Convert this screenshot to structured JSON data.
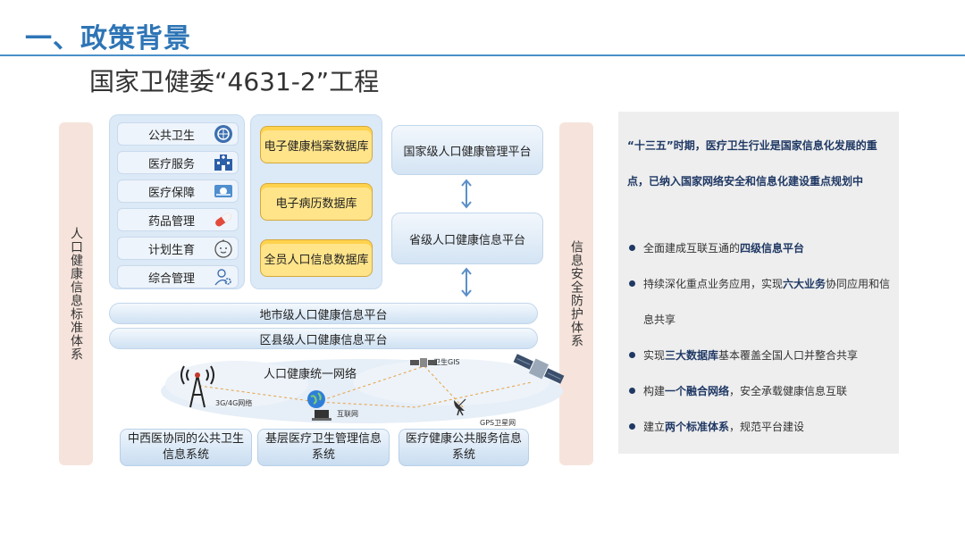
{
  "slide": {
    "title": "一、政策背景",
    "subtitle": "国家卫健委“4631-2”工程"
  },
  "left_bar": {
    "label": "人口健康信息标准体系"
  },
  "right_bar": {
    "label": "信息安全防护体系"
  },
  "business_items": [
    {
      "label": "公共卫生",
      "icon": "emblem-icon"
    },
    {
      "label": "医疗服务",
      "icon": "hospital-icon"
    },
    {
      "label": "医疗保障",
      "icon": "insurance-card-icon"
    },
    {
      "label": "药品管理",
      "icon": "pill-icon"
    },
    {
      "label": "计划生育",
      "icon": "baby-face-icon"
    },
    {
      "label": "综合管理",
      "icon": "user-gear-icon"
    }
  ],
  "databases": [
    {
      "label": "电子健康档案数据库"
    },
    {
      "label": "电子病历数据库"
    },
    {
      "label": "全员人口信息数据库"
    }
  ],
  "platforms": {
    "national": "国家级人口健康管理平台",
    "provincial": "省级人口健康信息平台",
    "city": "地市级人口健康信息平台",
    "county": "区县级人口健康信息平台"
  },
  "network": {
    "title": "人口健康统一网络",
    "labels": {
      "mobile": "3G/4G网络",
      "internet": "互联网",
      "gis": "卫生GIS",
      "gps": "GPS卫星网"
    }
  },
  "systems": [
    {
      "line1": "中西医协同的公共卫生",
      "line2": "信息系统"
    },
    {
      "line1": "基层医疗卫生管理信息",
      "line2": "系统"
    },
    {
      "line1": "医疗健康公共服务信息",
      "line2": "系统"
    }
  ],
  "info": {
    "intro": "“十三五”时期，医疗卫生行业是国家信息化发展的重点，已纳入国家网络安全和信息化建设重点规划中",
    "items": [
      {
        "pre": "全面建成互联互通的",
        "hl": "四级信息平台",
        "post": ""
      },
      {
        "pre": "持续深化重点业务应用，实现",
        "hl": "六大业务",
        "post": "协同应用和信息共享"
      },
      {
        "pre": "实现",
        "hl": "三大数据库",
        "post": "基本覆盖全国人口并整合共享"
      },
      {
        "pre": "构建",
        "hl": "一个融合网络",
        "post": "，安全承载健康信息互联"
      },
      {
        "pre": "建立",
        "hl": "两个标准体系",
        "post": "，规范平台建设"
      }
    ]
  },
  "colors": {
    "accent": "#2e75b6",
    "highlight": "#1f3864",
    "db_fill": "#ffe48a"
  }
}
